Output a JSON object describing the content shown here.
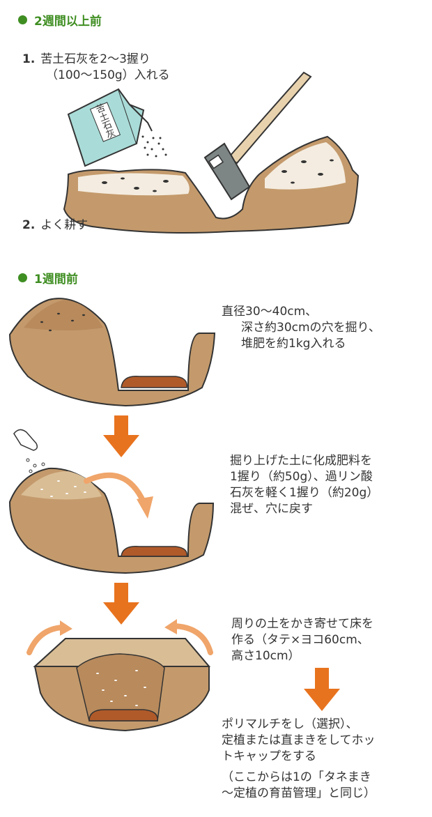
{
  "section1": {
    "heading": "2週間以上前",
    "step1_num": "1.",
    "step1_line1": "苦土石灰を2〜3握り",
    "step1_line2": "（100〜150g）入れる",
    "bag_label": "苦土石灰",
    "step2_num": "2.",
    "step2_text": "よく耕す"
  },
  "section2": {
    "heading": "1週間前",
    "desc1_line1": "直径30〜40cm、",
    "desc1_line2": "深さ約30cmの穴を掘り、",
    "desc1_line3": "堆肥を約1kg入れる",
    "desc2_line1": "掘り上げた土に化成肥料を",
    "desc2_line2": "1握り（約50g）、過リン酸",
    "desc2_line3": "石灰を軽く1握り（約20g）",
    "desc2_line4": "混ぜ、穴に戻す",
    "desc3_line1": "周りの土をかき寄せて床を",
    "desc3_line2": "作る（タテ×ヨコ60cm、",
    "desc3_line3": "高さ10cm）",
    "desc4_line1": "ポリマルチをし（選択）、",
    "desc4_line2": "定植または直まきをしてホッ",
    "desc4_line3": "トキャップをする",
    "desc4_line4": "（ここからは1の「タネまき",
    "desc4_line5": "〜定植の育苗管理」と同じ）"
  },
  "colors": {
    "accent_green": "#3f8e22",
    "soil": "#c49a6c",
    "compost": "#b05a2a",
    "arrow_orange": "#e8731e",
    "arrow_light": "#f0a56a",
    "bag": "#a9dcd8"
  }
}
